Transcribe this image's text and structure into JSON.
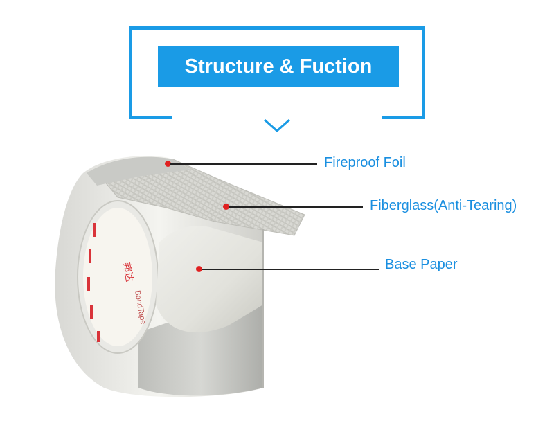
{
  "header": {
    "title": "Structure & Fuction"
  },
  "labels": [
    {
      "id": "foil",
      "text": "Fireproof Foil"
    },
    {
      "id": "fiberglass",
      "text": "Fiberglass(Anti-Tearing)"
    },
    {
      "id": "paper",
      "text": "Base Paper"
    }
  ],
  "core_print": {
    "brand_cn": "邦达",
    "brand_en": "BondTape"
  },
  "colors": {
    "accent": "#1a9be6",
    "label": "#1a8fe0",
    "dot": "#e02020",
    "core_red": "#d9343a"
  }
}
